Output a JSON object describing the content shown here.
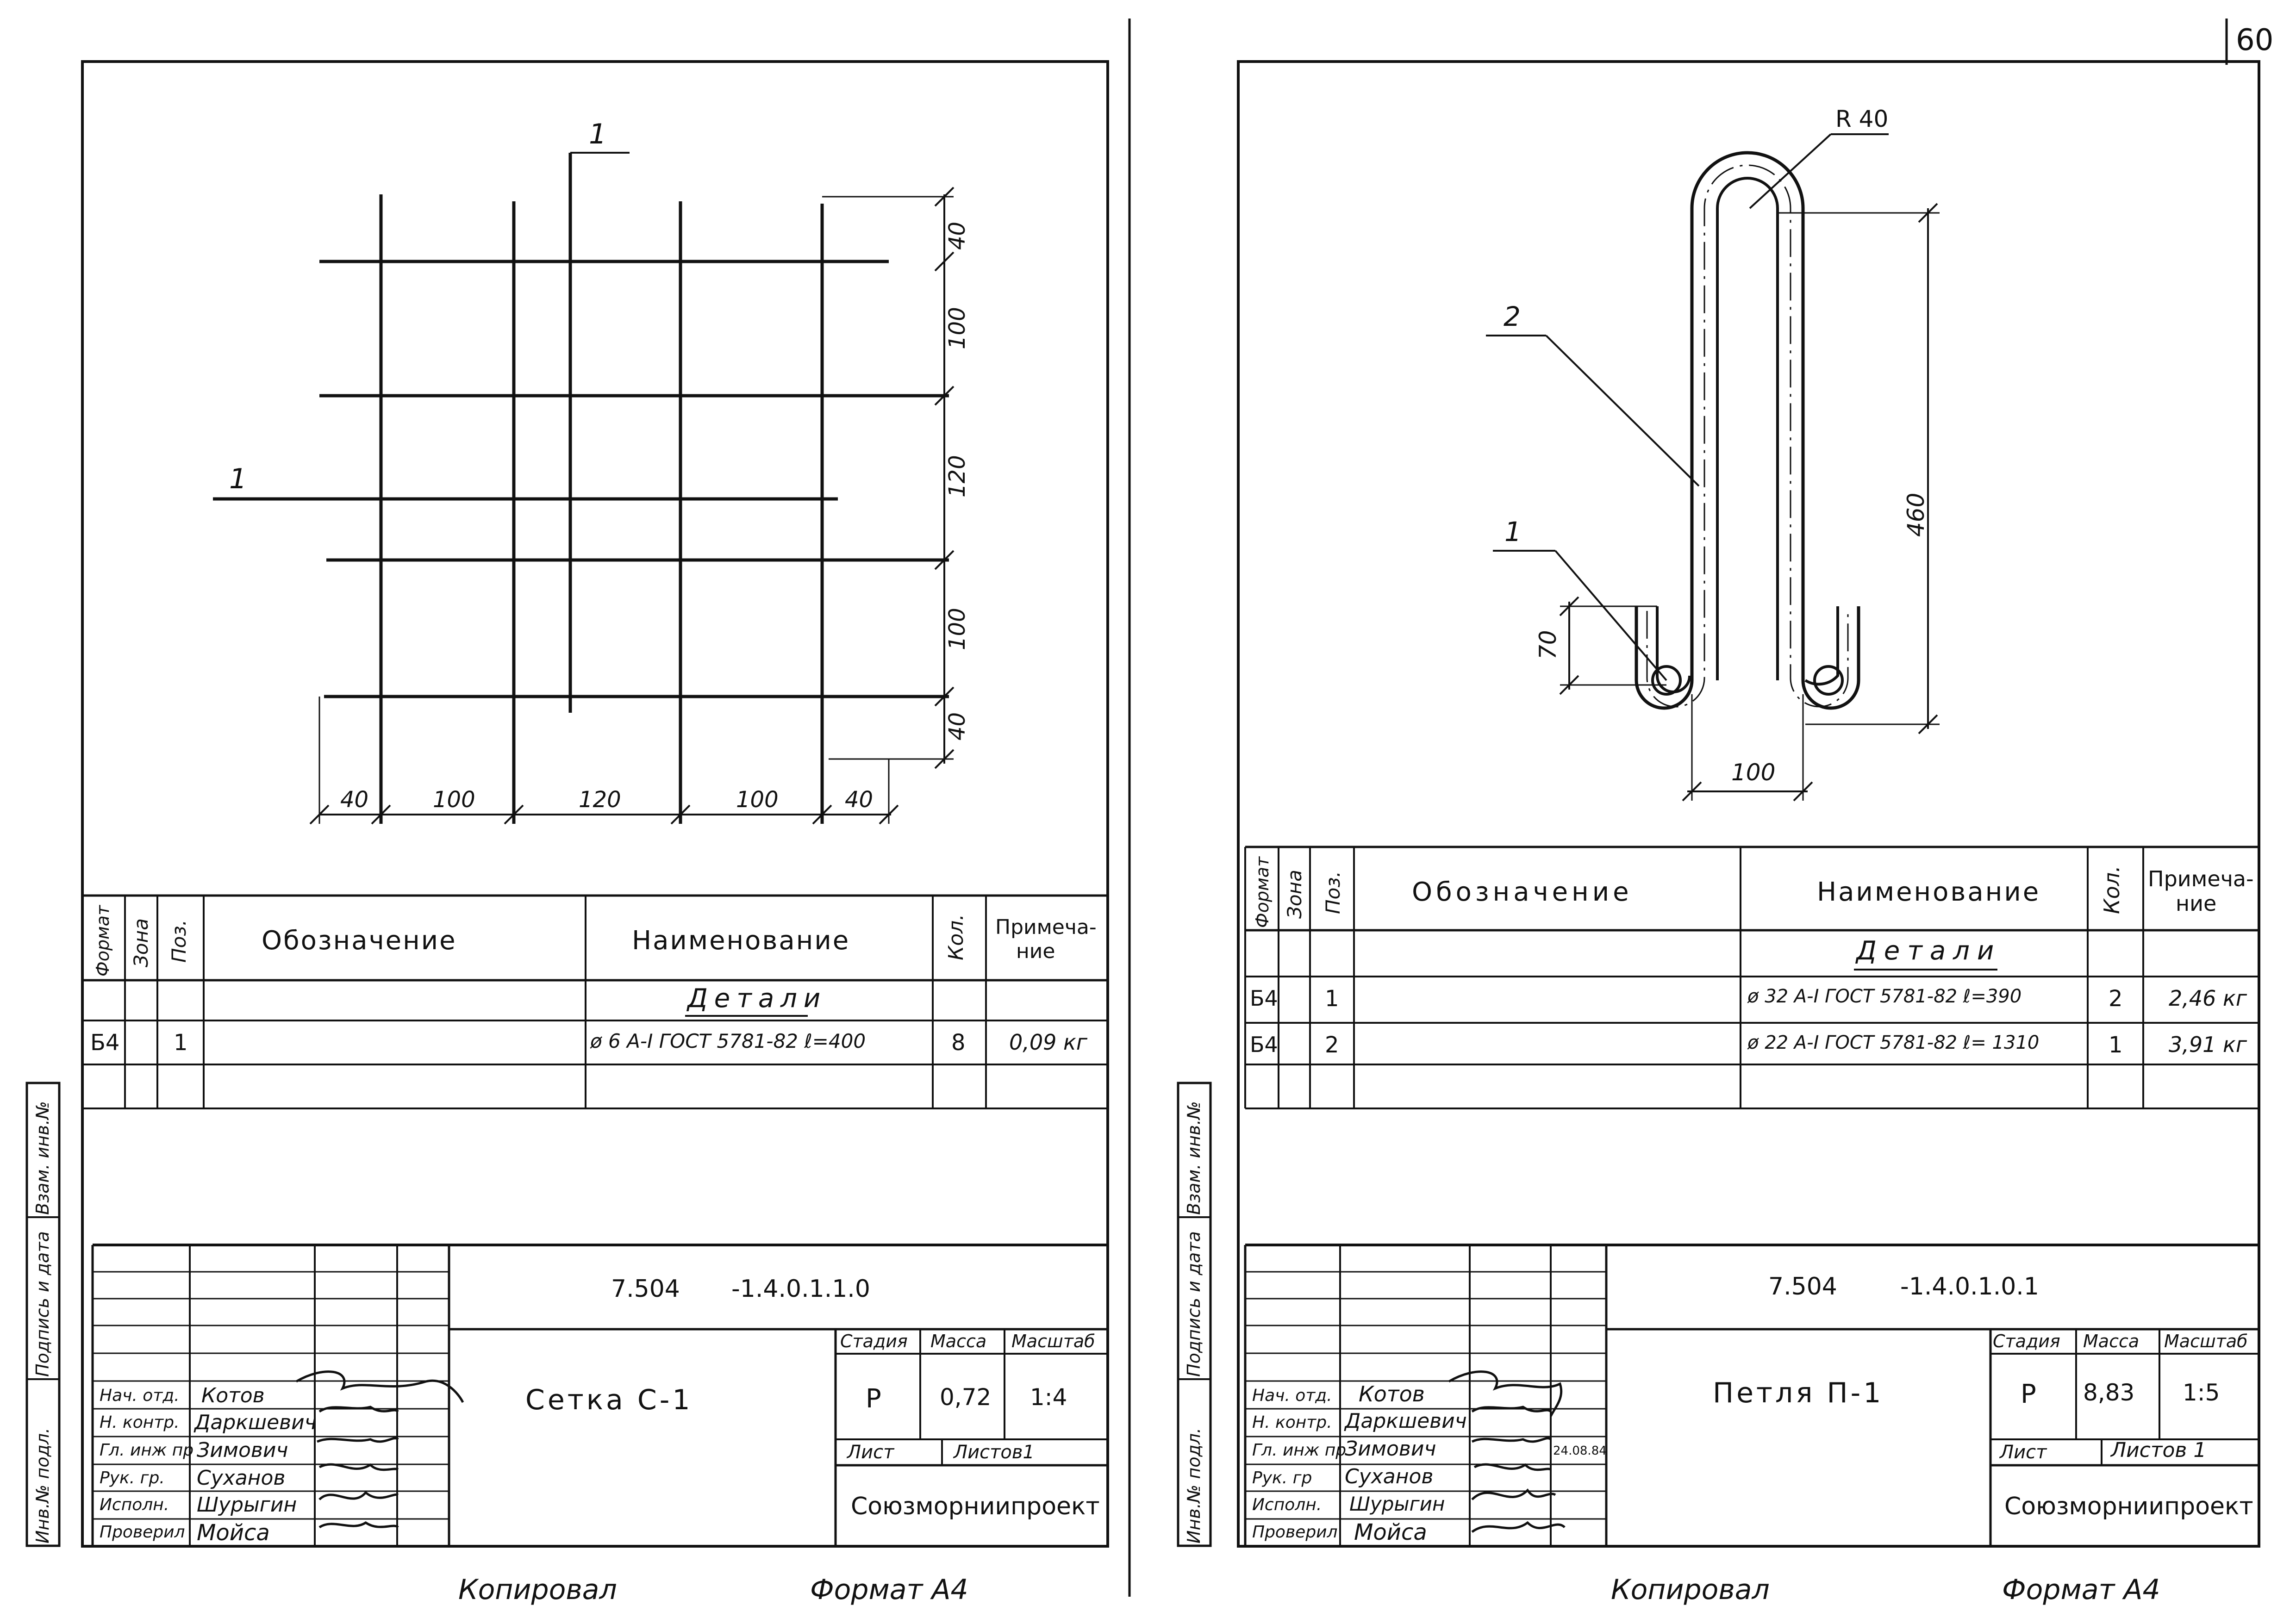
{
  "page_number": "60",
  "footer": {
    "left": {
      "copied": "Копировал",
      "format": "Формат А4"
    },
    "right": {
      "copied": "Копировал",
      "format": "Формат А4"
    }
  },
  "side_stamp": {
    "inv_no_podl": "Инв.№ подл.",
    "podpis_data": "Подпись и дата",
    "vzam_inv": "Взам. инв.№"
  },
  "sheet_left": {
    "drawing": {
      "leader_top": "1",
      "leader_left": "1",
      "dims_right": [
        "40",
        "100",
        "120",
        "100",
        "40"
      ],
      "dims_bottom": [
        "40",
        "100",
        "120",
        "100",
        "40"
      ]
    },
    "spec_table": {
      "headers": {
        "format": "Формат",
        "zone": "Зона",
        "pos": "Поз.",
        "designation": "Обозначение",
        "name": "Наименование",
        "qty": "Кол.",
        "note_l1": "Примеча-",
        "note_l2": "ние"
      },
      "section_title": "Детали",
      "rows": [
        {
          "format": "Б4",
          "pos": "1",
          "designation": "",
          "name": "ø 6 А-I ГОСТ 5781-82  ℓ=400",
          "qty": "8",
          "note": "0,09 кг"
        }
      ]
    },
    "title_block": {
      "code_a": "7.504",
      "code_b": "-1.4.0.1.1.0",
      "title": "Сетка С-1",
      "stage_label": "Стадия",
      "mass_label": "Масса",
      "scale_label": "Масштаб",
      "stage": "Р",
      "mass": "0,72",
      "scale": "1:4",
      "sheet_label": "Лист",
      "sheets_label": "Листов1",
      "organization": "Союзморниипроект",
      "roles": [
        "Нач. отд.",
        "Н. контр.",
        "Гл. инж пр",
        "Рук. гр.",
        "Исполн.",
        "Проверил"
      ],
      "names": [
        "Котов",
        "Даркшевич",
        "Зимович",
        "Суханов",
        "Шурыгин",
        "Мойса"
      ],
      "date": ""
    }
  },
  "sheet_right": {
    "drawing": {
      "label_radius": "R 40",
      "leader_2": "2",
      "leader_1": "1",
      "dim_height": "460",
      "dim_loop": "70",
      "dim_width": "100"
    },
    "spec_table": {
      "headers": {
        "format": "Формат",
        "zone": "Зона",
        "pos": "Поз.",
        "designation": "Обозначение",
        "name": "Наименование",
        "qty": "Кол.",
        "note_l1": "Примеча-",
        "note_l2": "ние"
      },
      "section_title": "Детали",
      "rows": [
        {
          "format": "Б4",
          "pos": "1",
          "designation": "",
          "name": "ø 32 А-I ГОСТ 5781-82  ℓ=390",
          "qty": "2",
          "note": "2,46 кг"
        },
        {
          "format": "Б4",
          "pos": "2",
          "designation": "",
          "name": "ø 22 А-I ГОСТ 5781-82  ℓ= 1310",
          "qty": "1",
          "note": "3,91 кг"
        }
      ]
    },
    "title_block": {
      "code_a": "7.504",
      "code_b": "-1.4.0.1.0.1",
      "title": "Петля П-1",
      "stage_label": "Стадия",
      "mass_label": "Масса",
      "scale_label": "Масштаб",
      "stage": "Р",
      "mass": "8,83",
      "scale": "1:5",
      "sheet_label": "Лист",
      "sheets_label": "Листов 1",
      "organization": "Союзморниипроект",
      "roles": [
        "Нач. отд.",
        "Н. контр.",
        "Гл. инж пр",
        "Рук. гр",
        "Исполн.",
        "Проверил"
      ],
      "names": [
        "Котов",
        "Даркшевич",
        "Зимович",
        "Суханов",
        "Шурыгин",
        "Мойса"
      ],
      "date": "24.08.84"
    }
  }
}
